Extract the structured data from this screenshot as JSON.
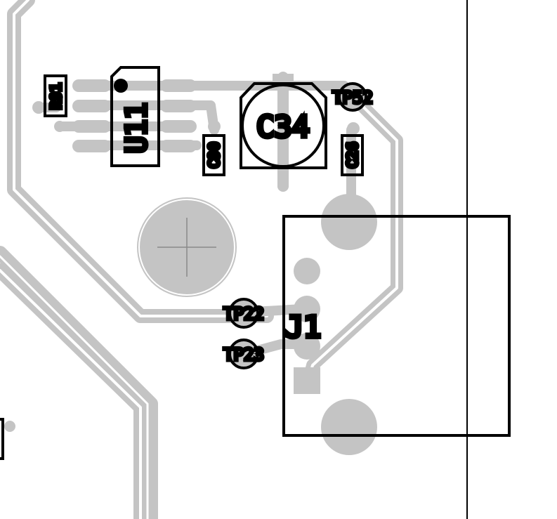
{
  "board": {
    "colors": {
      "background": "#ffffff",
      "copper": "#c4c4c4",
      "silkscreen": "#000000"
    },
    "components": {
      "r91": "R91",
      "u11": "U11",
      "c90": "C90",
      "c34": "C34",
      "c26": "C26",
      "tp52": "TP52",
      "tp22": "TP22",
      "tp23": "TP23",
      "j1": "J1"
    }
  }
}
